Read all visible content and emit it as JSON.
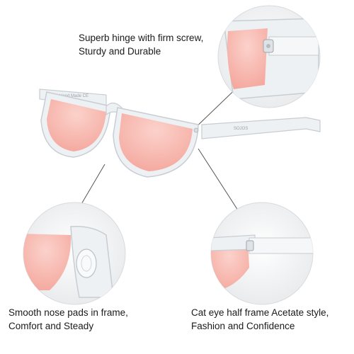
{
  "image": {
    "subject": "clear-frame half-moon cat eye sunglasses with pink tinted lenses",
    "background": "#ffffff",
    "colors": {
      "lens": "#f4a79d",
      "lens_light": "#fbd2cb",
      "frame": "#eef1f3",
      "frame_edge": "#c7cdd2",
      "callout_line": "#555555",
      "circle_bg": "#f2f3f4"
    },
    "frame_markings": {
      "left_temple": "Hand Made  CE",
      "right_temple": "SOJOS"
    }
  },
  "callouts": {
    "hinge": {
      "line1": "Superb hinge with firm screw,",
      "line2": "Sturdy and Durable"
    },
    "nose_pads": {
      "line1": "Smooth nose pads in frame,",
      "line2": "Comfort and Steady"
    },
    "cat_eye": {
      "line1": "Cat eye half frame Acetate style,",
      "line2": "Fashion and Confidence"
    }
  }
}
